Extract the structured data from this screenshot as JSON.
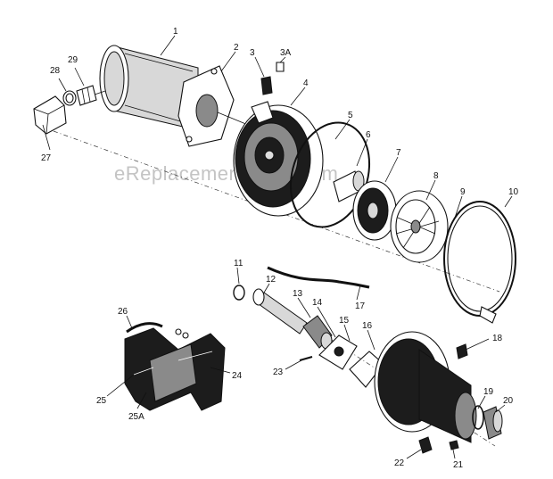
{
  "watermark": "eReplacementParts.com",
  "callouts": [
    {
      "id": "p1",
      "label": "1"
    },
    {
      "id": "p2",
      "label": "2"
    },
    {
      "id": "p3",
      "label": "3"
    },
    {
      "id": "p3a",
      "label": "3A"
    },
    {
      "id": "p4",
      "label": "4"
    },
    {
      "id": "p5",
      "label": "5"
    },
    {
      "id": "p6",
      "label": "6"
    },
    {
      "id": "p7",
      "label": "7"
    },
    {
      "id": "p8",
      "label": "8"
    },
    {
      "id": "p9",
      "label": "9"
    },
    {
      "id": "p10",
      "label": "10"
    },
    {
      "id": "p11",
      "label": "11"
    },
    {
      "id": "p12",
      "label": "12"
    },
    {
      "id": "p13",
      "label": "13"
    },
    {
      "id": "p14",
      "label": "14"
    },
    {
      "id": "p15",
      "label": "15"
    },
    {
      "id": "p16",
      "label": "16"
    },
    {
      "id": "p17",
      "label": "17"
    },
    {
      "id": "p18",
      "label": "18"
    },
    {
      "id": "p19",
      "label": "19"
    },
    {
      "id": "p20",
      "label": "20"
    },
    {
      "id": "p21",
      "label": "21"
    },
    {
      "id": "p22",
      "label": "22"
    },
    {
      "id": "p23",
      "label": "23"
    },
    {
      "id": "p24",
      "label": "24"
    },
    {
      "id": "p25",
      "label": "25"
    },
    {
      "id": "p25a",
      "label": "25A"
    },
    {
      "id": "p26",
      "label": "26"
    },
    {
      "id": "p27",
      "label": "27"
    },
    {
      "id": "p28",
      "label": "28"
    },
    {
      "id": "p29",
      "label": "29"
    }
  ]
}
